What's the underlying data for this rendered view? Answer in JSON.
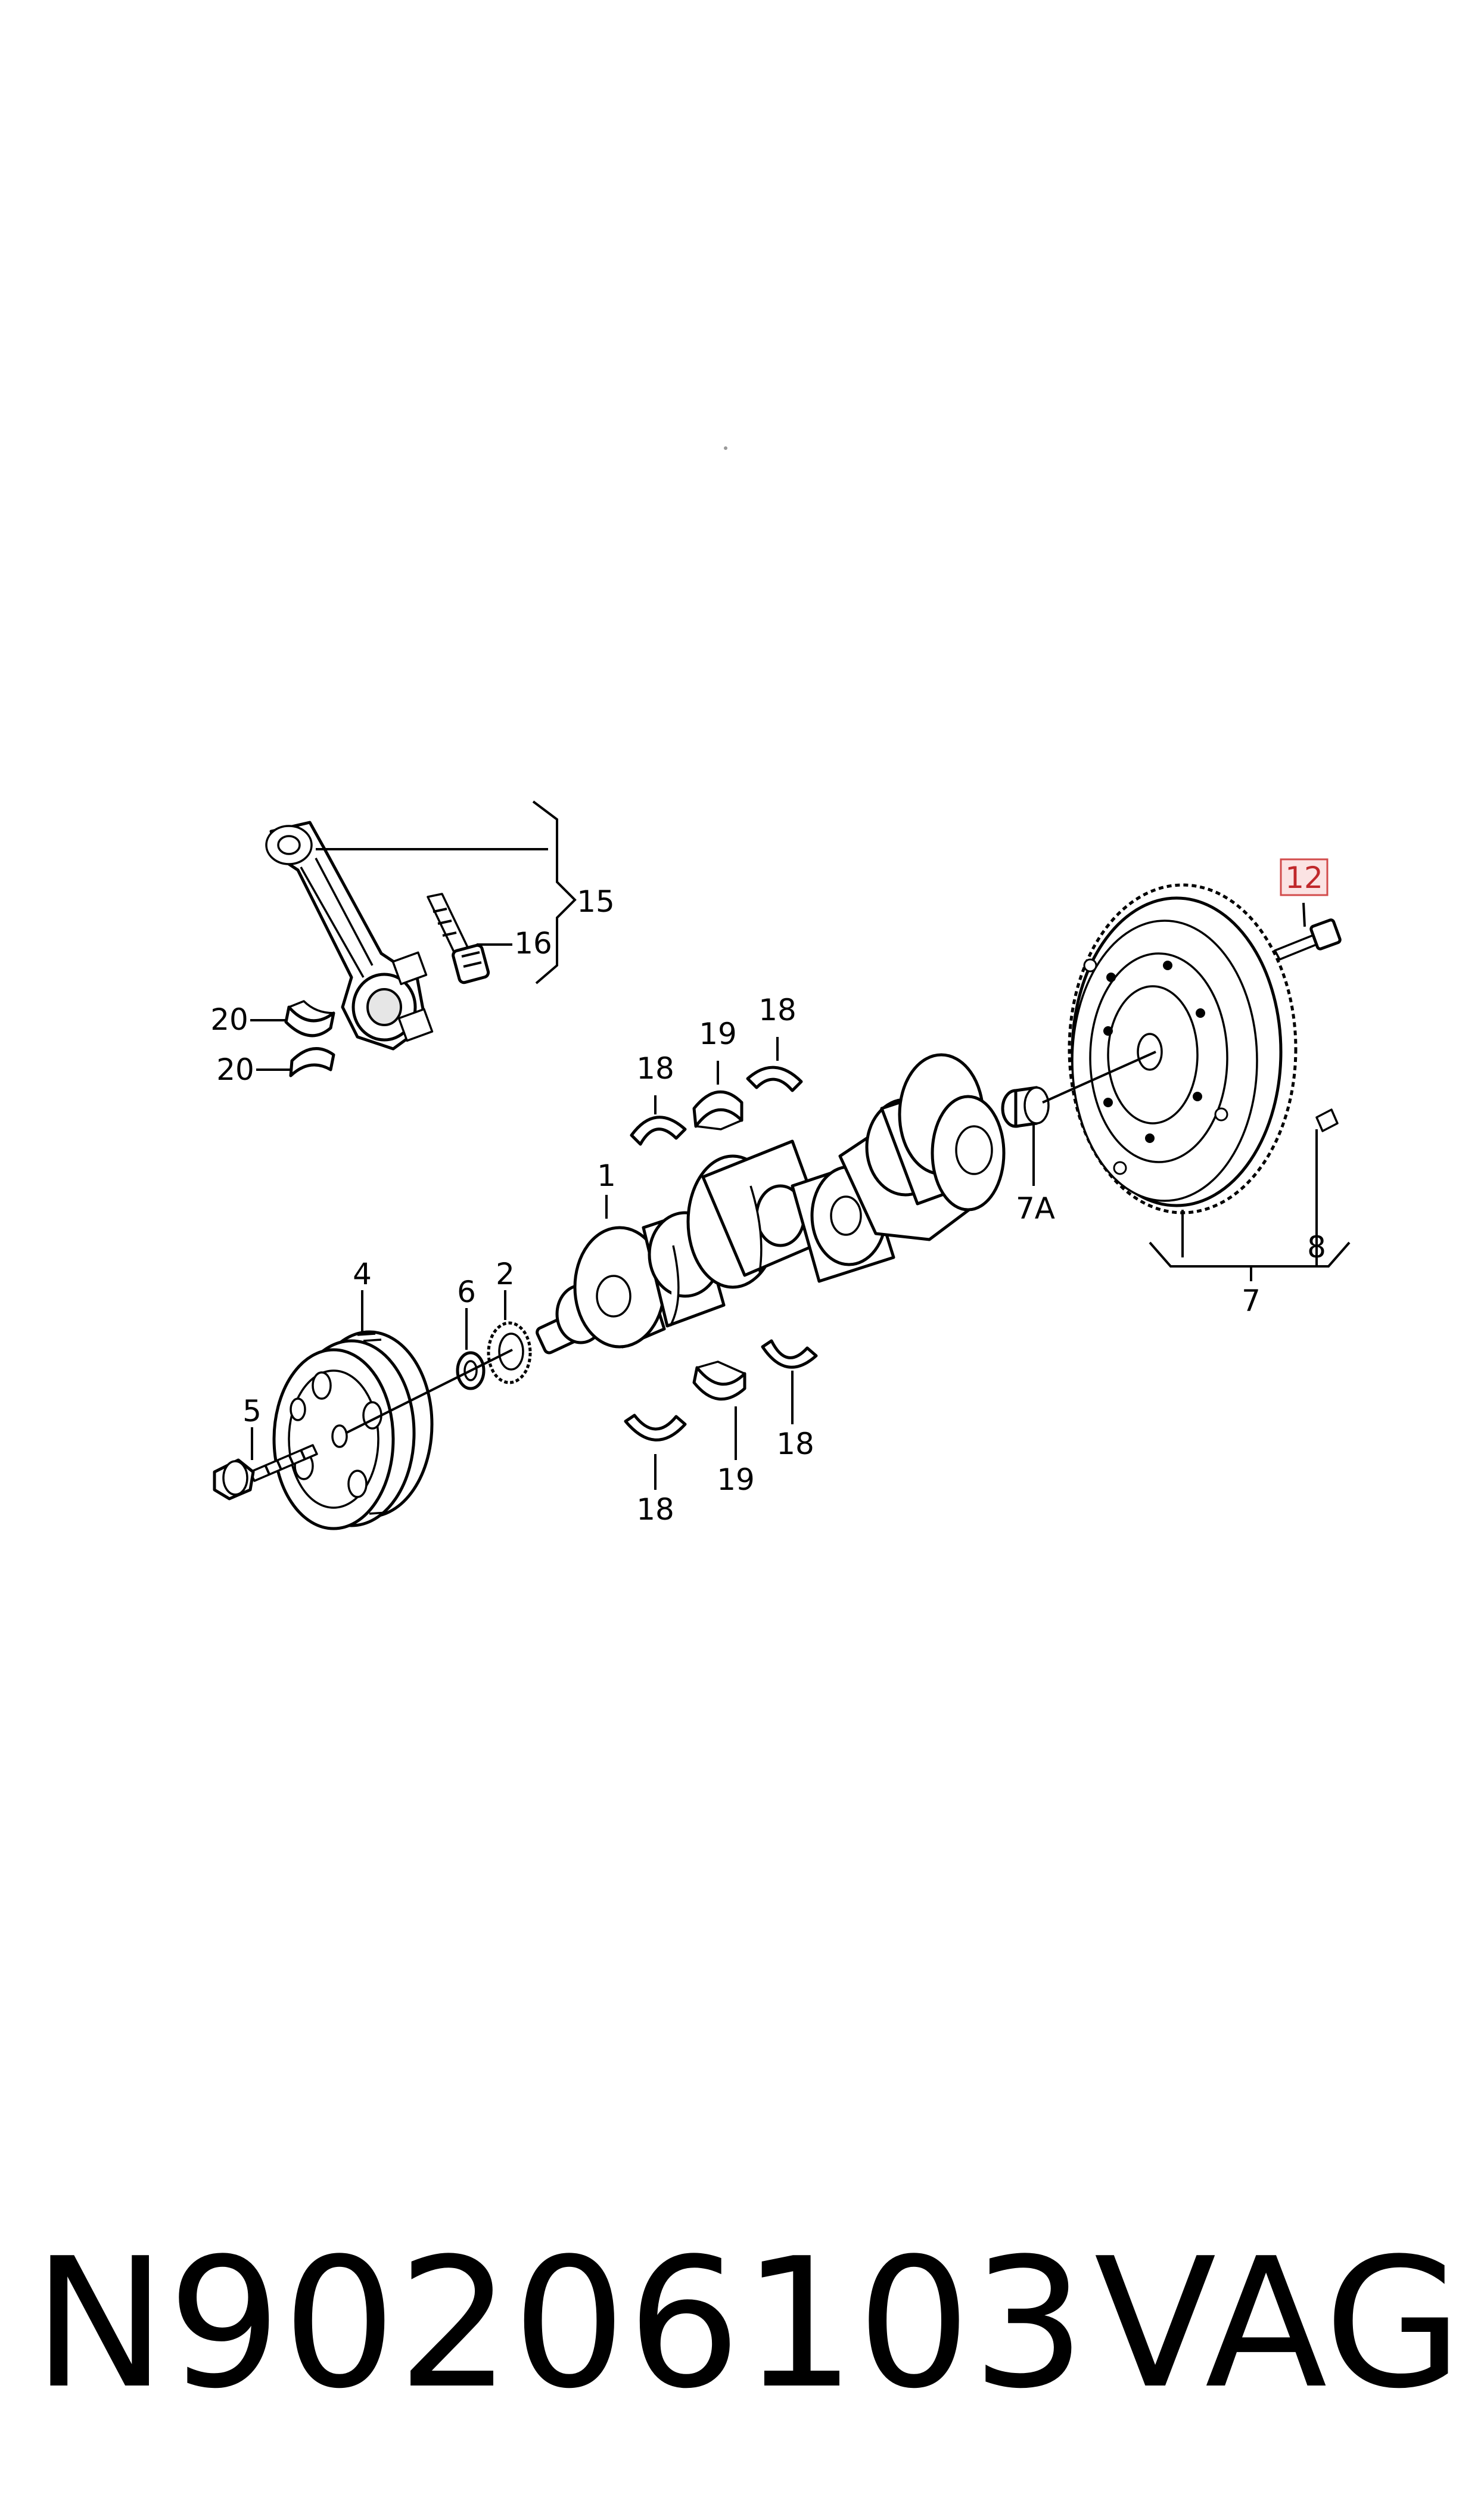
{
  "diagram": {
    "labels": {
      "crankshaft": "1",
      "gear": "2",
      "pulley": "4",
      "pulley_bolt": "5",
      "washer": "6",
      "flywheel": "7",
      "bush": "7A",
      "dowel_pin": "8",
      "flywheel_bolt": "12",
      "conrod": "15",
      "conrod_bolt": "16",
      "thrust_washer_upper_left": "18",
      "thrust_washer_upper_right": "18",
      "thrust_washer_lower_left": "18",
      "thrust_washer_lower_right": "18",
      "main_bearing_upper": "19",
      "main_bearing_lower": "19",
      "conrod_bearing_upper": "20",
      "conrod_bearing_lower": "20"
    },
    "highlighted_label": "12",
    "highlight_color": "#d24b4b"
  },
  "footer": {
    "part_number": "N90206103",
    "brand": "VAG"
  }
}
